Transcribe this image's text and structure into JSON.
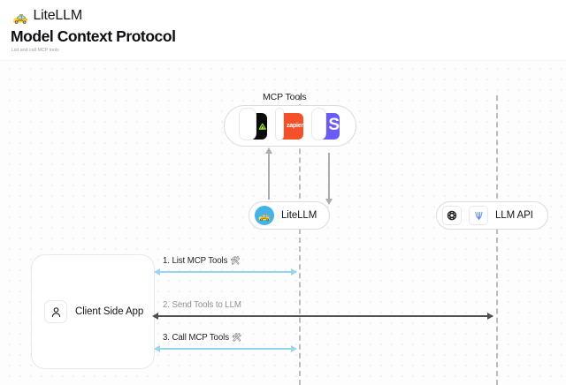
{
  "brand": {
    "logo_icon": "car-icon",
    "name": "LiteLLM"
  },
  "page": {
    "title": "Model Context Protocol",
    "subtitle": "List and call MCP tools"
  },
  "diagram": {
    "mcp_tools": {
      "label": "MCP Tools",
      "tools": [
        {
          "name": "triangle-tool-icon",
          "glyph": "▲",
          "bg": "#0b0b0c",
          "fg": "#9ae62b"
        },
        {
          "name": "zapier-icon",
          "text": "zapier",
          "bg": "#f4502a",
          "fg": "#ffffff"
        },
        {
          "name": "slack-s-icon",
          "text": "S",
          "bg": "#6b5bf5",
          "fg": "#ffffff"
        }
      ]
    },
    "nodes": [
      {
        "id": "litellm",
        "label": "LiteLLM",
        "icon": "litellm-logo-icon"
      },
      {
        "id": "llm-api",
        "label": "LLM API",
        "icons": [
          "openai-logo-icon",
          "anthropic-logo-icon"
        ]
      }
    ],
    "client": {
      "label": "Client Side App",
      "icon": "user-icon"
    },
    "messages": [
      {
        "id": "m1",
        "label": "1. List MCP Tools",
        "icon": "🛠",
        "color": "#9ad5f0"
      },
      {
        "id": "m2",
        "label": "2. Send Tools to LLM",
        "icon": "",
        "color": "#4d5156"
      },
      {
        "id": "m3",
        "label": "3. Call MCP Tools",
        "icon": "🛠",
        "color": "#9ad5f0"
      }
    ]
  },
  "colors": {
    "accent_blue": "#9ad5f0",
    "dark_arrow": "#4d5156",
    "lifeline": "#b9bcc0"
  }
}
